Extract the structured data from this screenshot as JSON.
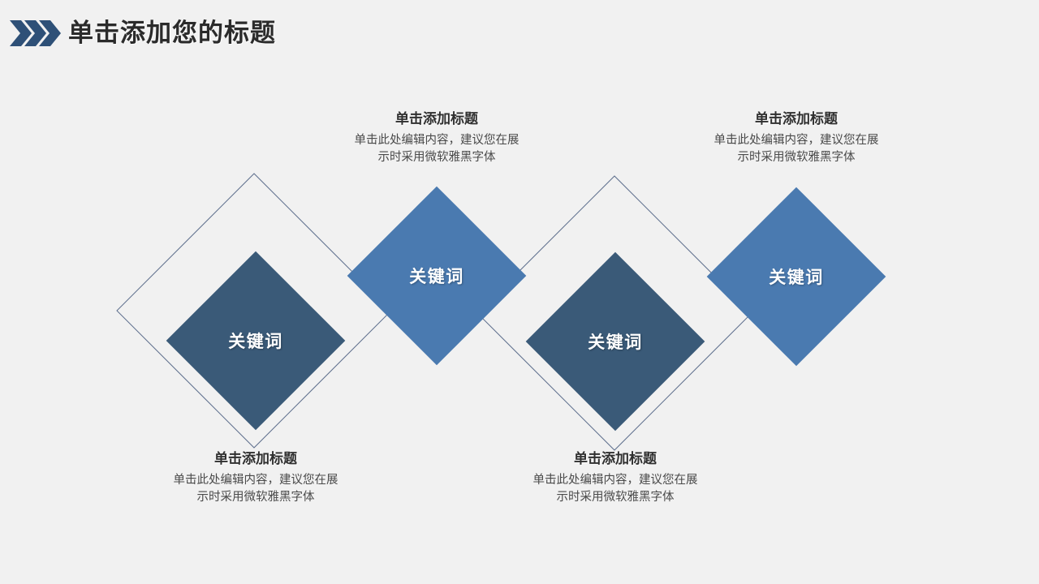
{
  "slide": {
    "background_color": "#f1f1f1",
    "title": "单击添加您的标题",
    "chevron_icon_color": "#2e5077",
    "chevron_count": 3
  },
  "colors": {
    "diamond_dark": "#3a5a78",
    "diamond_light": "#4a7ab0",
    "outline_stroke": "#5d6e8c",
    "title_text": "#2b2b2b",
    "body_text": "#4a4a4a",
    "label_text": "#ffffff"
  },
  "diamonds": [
    {
      "keyword": "关键词",
      "fill": "#3a5a78",
      "variant": "dark",
      "position": "lower"
    },
    {
      "keyword": "关键词",
      "fill": "#4a7ab0",
      "variant": "light",
      "position": "upper"
    },
    {
      "keyword": "关键词",
      "fill": "#3a5a78",
      "variant": "dark",
      "position": "lower"
    },
    {
      "keyword": "关键词",
      "fill": "#4a7ab0",
      "variant": "light",
      "position": "upper"
    }
  ],
  "text_blocks": [
    {
      "title": "单击添加标题",
      "body": "单击此处编辑内容，建议您在展示时采用微软雅黑字体",
      "placement": "below"
    },
    {
      "title": "单击添加标题",
      "body": "单击此处编辑内容，建议您在展示时采用微软雅黑字体",
      "placement": "above"
    },
    {
      "title": "单击添加标题",
      "body": "单击此处编辑内容，建议您在展示时采用微软雅黑字体",
      "placement": "below"
    },
    {
      "title": "单击添加标题",
      "body": "单击此处编辑内容，建议您在展示时采用微软雅黑字体",
      "placement": "above"
    }
  ]
}
